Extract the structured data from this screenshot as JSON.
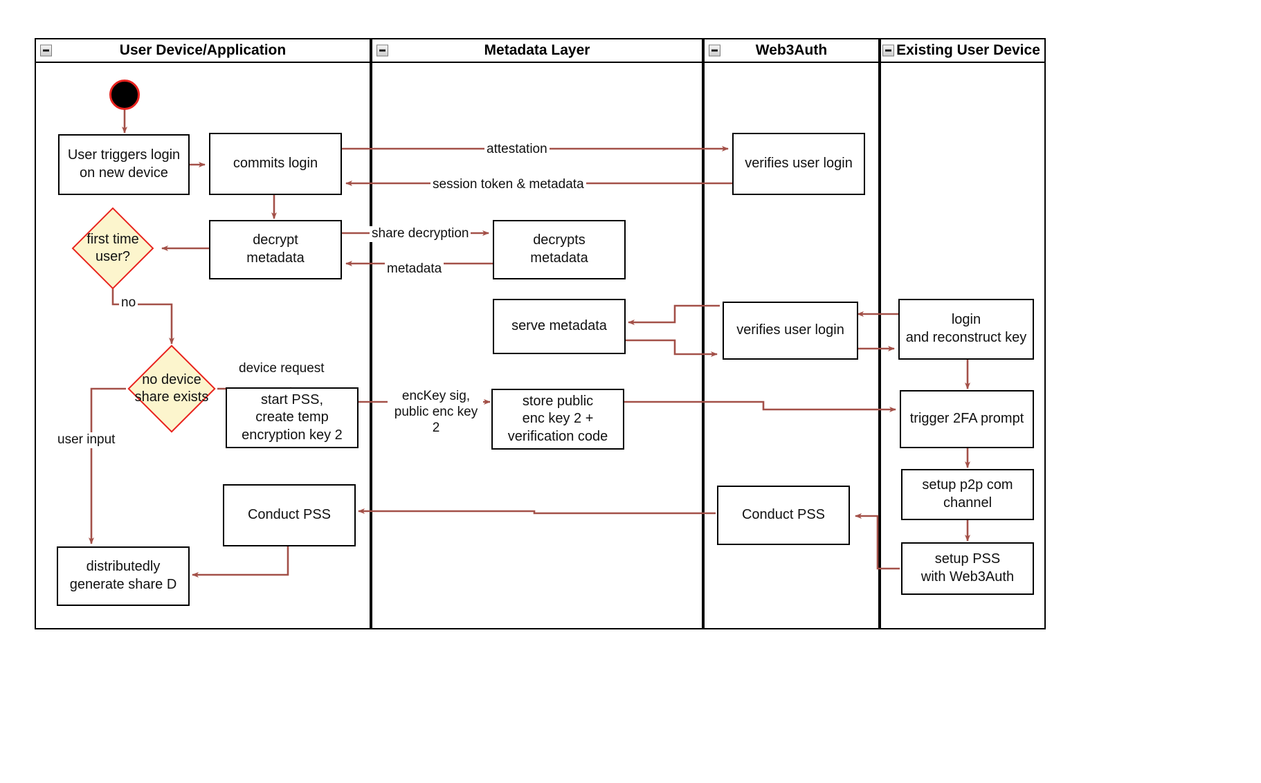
{
  "diagram": {
    "title": "Web3Auth new-device login activity diagram",
    "arrow_color": "#a35048",
    "decision_fill": "#fcf5cd",
    "decision_stroke": "#e8231f",
    "start_node_ring": "#e8231f",
    "start_node_fill": "#000000"
  },
  "lanes": [
    {
      "id": "lane-user-device",
      "title": "User Device/Application",
      "collapse_icon": "collapse-minus-icon"
    },
    {
      "id": "lane-metadata",
      "title": "Metadata Layer",
      "collapse_icon": "collapse-minus-icon"
    },
    {
      "id": "lane-web3auth",
      "title": "Web3Auth",
      "collapse_icon": "collapse-minus-icon"
    },
    {
      "id": "lane-existing-device",
      "title": "Existing User Device",
      "collapse_icon": "collapse-minus-icon"
    }
  ],
  "nodes": {
    "start": "",
    "user_triggers_login": "User triggers login\non new device",
    "commits_login": "commits login",
    "verifies_user_login_1": "verifies user login",
    "decrypt_metadata": "decrypt\nmetadata",
    "decrypts_metadata": "decrypts\nmetadata",
    "first_time_user": "first time\nuser?",
    "serve_metadata": "serve metadata",
    "verifies_user_login_2": "verifies user login",
    "login_and_reconstruct_key": "login\nand reconstruct key",
    "no_device_share_exists": "no device\nshare exists",
    "start_pss": "start PSS,\ncreate temp\nencryption key 2",
    "store_public_enc_key": "store public\nenc key 2 +\nverification code",
    "trigger_2fa_prompt": "trigger 2FA prompt",
    "setup_p2p_com_channel": "setup p2p com\nchannel",
    "conduct_pss_user": "Conduct PSS",
    "conduct_pss_web3auth": "Conduct PSS",
    "setup_pss_with_web3auth": "setup PSS\nwith Web3Auth",
    "distributedly_generate_share_d": "distributedly\ngenerate share D"
  },
  "edge_labels": {
    "attestation": "attestation",
    "session_token_metadata": "session token & metadata",
    "share_decryption": "share decryption",
    "metadata": "metadata",
    "no": "no",
    "device_request": "device request",
    "enckey_sig": "encKey sig,\npublic enc key 2",
    "user_input": "user input"
  }
}
